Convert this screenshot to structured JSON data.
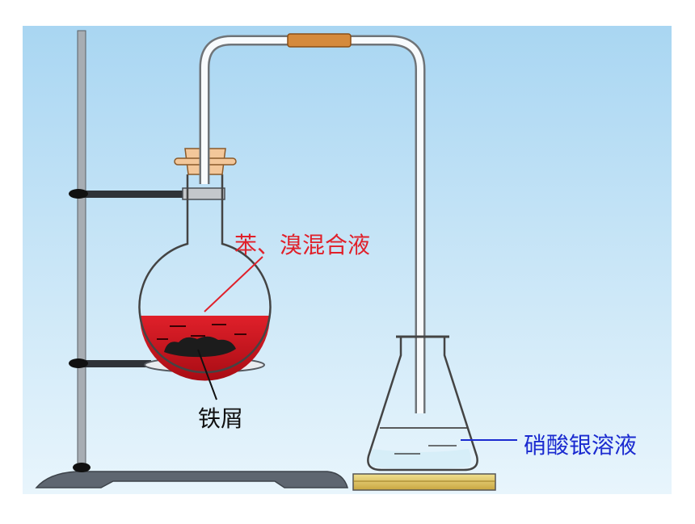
{
  "labels": {
    "mixture": "苯、溴混合液",
    "iron_filings": "铁屑",
    "silver_nitrate": "硝酸银溶液"
  },
  "colors": {
    "background_top": "#a9d6f2",
    "background_bottom": "#e8f5fc",
    "liquid": "#c4141c",
    "stand": "#5e6670",
    "stopper": "#f3c79a",
    "rubber_joint": "#d58a3c",
    "mixture_label": "#e0202a",
    "silver_label": "#1a2ad0"
  },
  "icons": {
    "apparatus": "bromination-apparatus-diagram"
  }
}
